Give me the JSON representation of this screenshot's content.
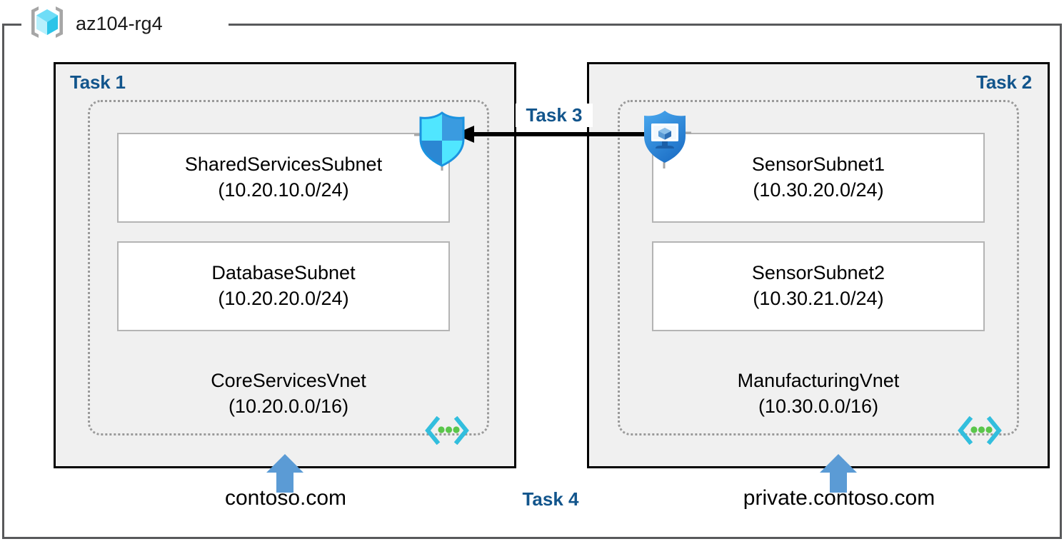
{
  "resource_group": {
    "name": "az104-rg4",
    "icon": "azure-resource-group-cube-icon"
  },
  "groups": [
    {
      "id": "task1",
      "label": "Task 1",
      "label_align": "left",
      "vnet": {
        "name": "CoreServicesVnet",
        "cidr": "(10.20.0.0/16)",
        "icon": "virtual-network-icon",
        "subnets": [
          {
            "name": "SharedServicesSubnet",
            "cidr": "(10.20.10.0/24)"
          },
          {
            "name": "DatabaseSubnet",
            "cidr": "(10.20.20.0/24)"
          }
        ]
      },
      "dns": {
        "label": "contoso.com",
        "icon": "up-arrow-icon"
      }
    },
    {
      "id": "task2",
      "label": "Task 2",
      "label_align": "right",
      "vnet": {
        "name": "ManufacturingVnet",
        "cidr": "(10.30.0.0/16)",
        "icon": "virtual-network-icon",
        "subnets": [
          {
            "name": "SensorSubnet1",
            "cidr": "(10.30.20.0/24)"
          },
          {
            "name": "SensorSubnet2",
            "cidr": "(10.30.21.0/24)"
          }
        ]
      },
      "dns": {
        "label": "private.contoso.com",
        "icon": "up-arrow-icon"
      }
    }
  ],
  "connection": {
    "label": "Task 3",
    "direction": "right-to-left",
    "source_icon": "defender-shield-vm-icon",
    "target_icon": "network-security-group-shield-icon"
  },
  "dns_task": {
    "label": "Task 4"
  },
  "colors": {
    "task_label": "#12558c",
    "group_fill": "#f0f0f0",
    "group_border": "#000000",
    "vnet_border": "#9a9a9a",
    "subnet_border": "#b4b4b4",
    "frame_border": "#58595b",
    "arrow_blue": "#5b9bd5",
    "arrow_black": "#000000",
    "azure_cyan": "#50e6ff",
    "azure_blue": "#0078d4"
  }
}
